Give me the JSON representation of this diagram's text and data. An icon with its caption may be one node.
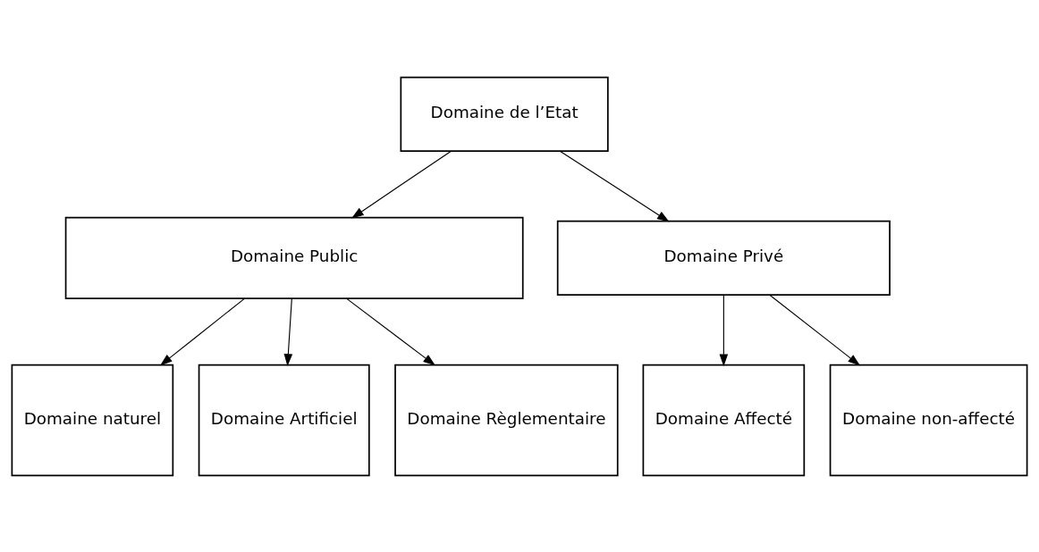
{
  "diagram": {
    "nodes": [
      {
        "text": [
          "Domaine de l’Etat"
        ]
      },
      {
        "text": [
          "Domaine Public"
        ]
      },
      {
        "text": [
          "Domaine Privé"
        ]
      },
      {
        "text": [
          "Domaine naturel"
        ]
      },
      {
        "text": [
          "Domaine Artificiel"
        ]
      },
      {
        "text": [
          "Domaine Règlementaire"
        ]
      },
      {
        "text": [
          "Domaine Affecté"
        ]
      },
      {
        "text": [
          "Domaine non-affecté"
        ]
      }
    ],
    "edges": [
      {
        "from": 0,
        "to": 1,
        "arrow": "to"
      },
      {
        "from": 0,
        "to": 2,
        "arrow": "to"
      },
      {
        "from": 1,
        "to": 3,
        "arrow": "to"
      },
      {
        "from": 1,
        "to": 4,
        "arrow": "to"
      },
      {
        "from": 1,
        "to": 5,
        "arrow": "to"
      },
      {
        "from": 2,
        "to": 6,
        "arrow": "to"
      },
      {
        "from": 2,
        "to": 7,
        "arrow": "to"
      }
    ]
  }
}
